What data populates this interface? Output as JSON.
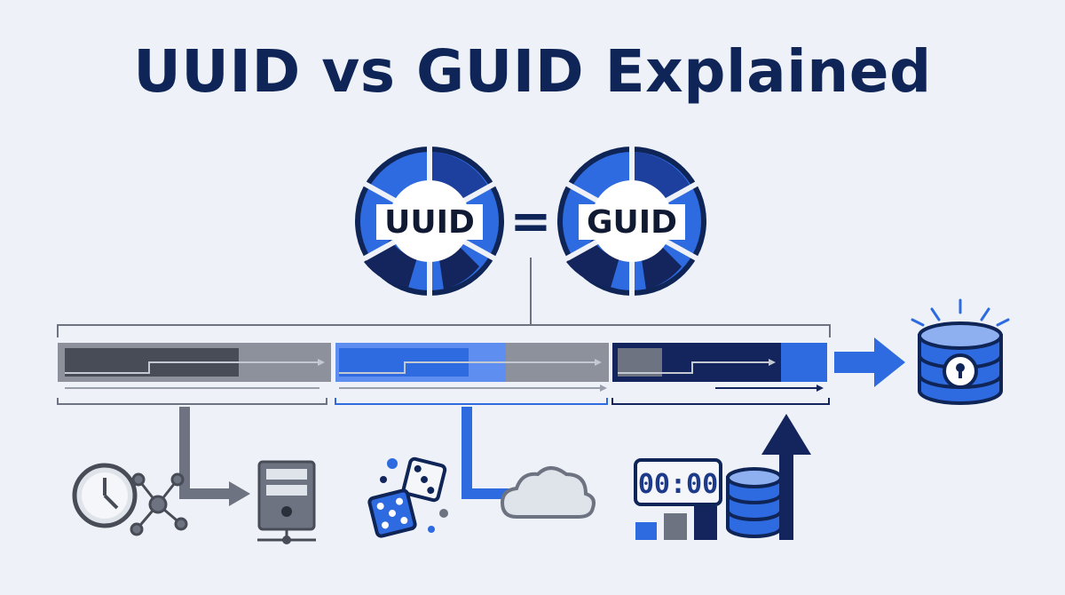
{
  "title": "UUID vs GUID Explained",
  "labels": {
    "left": "UUID",
    "right": "GUID",
    "equals": "="
  },
  "clock_display": "00:00",
  "colors": {
    "navy": "#0f2557",
    "blue": "#2f6be0",
    "dark_navy": "#14245c",
    "gray": "#6d7381",
    "background": "#eef2f8"
  },
  "icons": {
    "left": [
      "clock-icon",
      "network-node-icon",
      "server-icon"
    ],
    "middle": [
      "dice-icon",
      "cloud-icon"
    ],
    "right": [
      "digital-clock-icon",
      "bar-chart-icon",
      "database-icon",
      "up-arrow-icon"
    ],
    "end": [
      "secure-database-icon"
    ]
  }
}
